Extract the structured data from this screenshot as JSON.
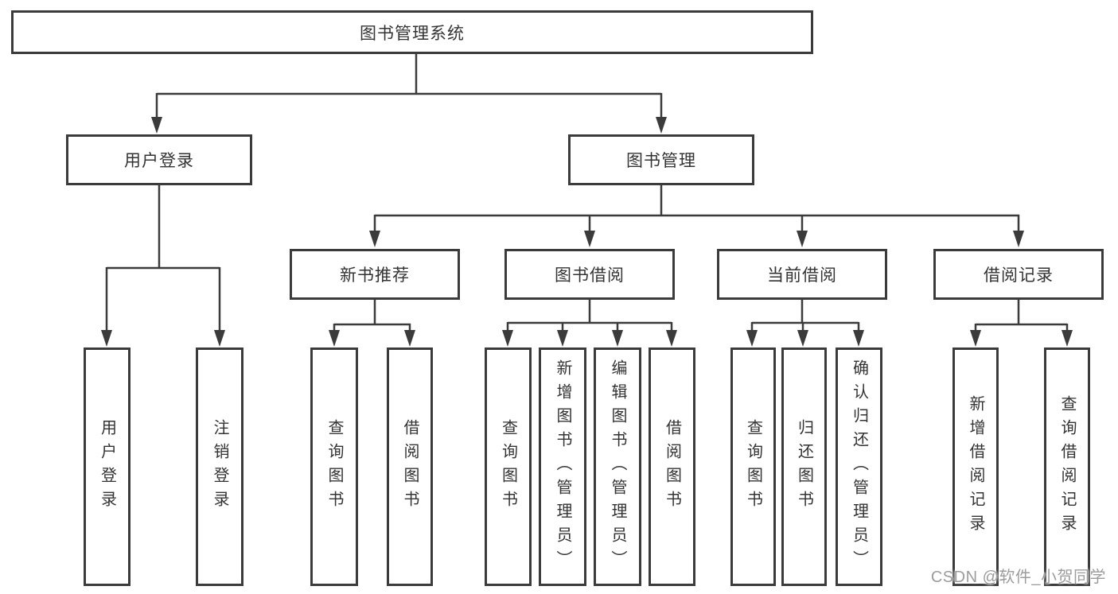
{
  "diagram": {
    "root": {
      "label": "图书管理系统"
    },
    "children": [
      {
        "label": "用户登录",
        "children": [
          {
            "label": "用户登录"
          },
          {
            "label": "注销登录"
          }
        ]
      },
      {
        "label": "图书管理",
        "children": [
          {
            "label": "新书推荐",
            "children": [
              {
                "label": "查询图书"
              },
              {
                "label": "借阅图书"
              }
            ]
          },
          {
            "label": "图书借阅",
            "children": [
              {
                "label": "查询图书"
              },
              {
                "label": "新增图书（管理员）"
              },
              {
                "label": "编辑图书（管理员）"
              },
              {
                "label": "借阅图书"
              }
            ]
          },
          {
            "label": "当前借阅",
            "children": [
              {
                "label": "查询图书"
              },
              {
                "label": "归还图书"
              },
              {
                "label": "确认归还（管理员）"
              }
            ]
          },
          {
            "label": "借阅记录",
            "children": [
              {
                "label": "新增借阅记录"
              },
              {
                "label": "查询借阅记录"
              }
            ]
          }
        ]
      }
    ]
  },
  "watermark": {
    "text": "CSDN @软件_小贺同学"
  },
  "colors": {
    "line": "#3b3b3b",
    "text": "#333333",
    "background": "#ffffff",
    "watermark": "#9c9c9c"
  }
}
